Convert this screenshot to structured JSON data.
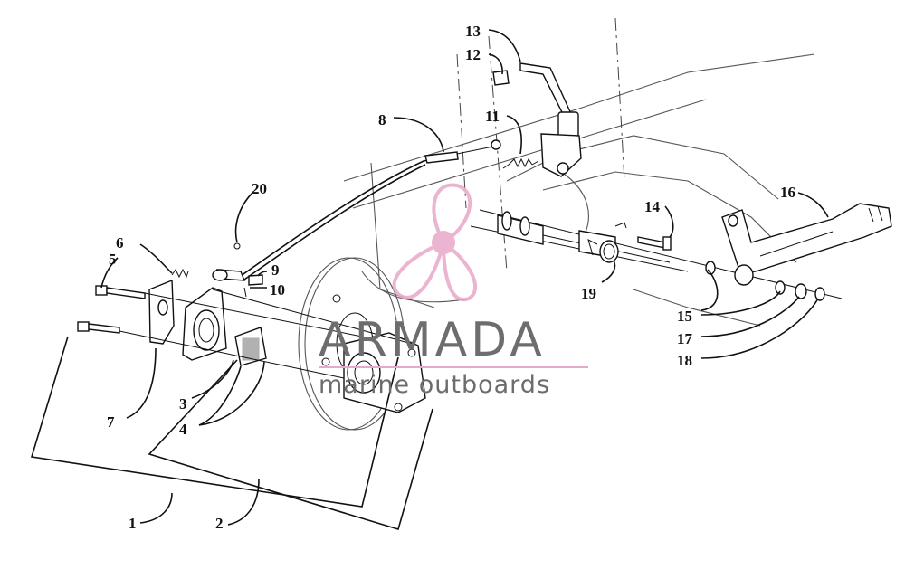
{
  "callouts": {
    "c1": "1",
    "c2": "2",
    "c3": "3",
    "c4": "4",
    "c5": "5",
    "c6": "6",
    "c7": "7",
    "c8": "8",
    "c9": "9",
    "c10": "10",
    "c11": "11",
    "c12": "12",
    "c13": "13",
    "c14": "14",
    "c15": "15",
    "c16": "16",
    "c17": "17",
    "c18": "18",
    "c19": "19",
    "c20": "20"
  },
  "watermark": {
    "brand": "ARMADA",
    "tagline": "marine outboards",
    "logo_icon": "propeller-icon",
    "logo_color": "#e8a8c8",
    "text_color": "#6d6d6d",
    "rule_color": "#e8a8c8"
  }
}
